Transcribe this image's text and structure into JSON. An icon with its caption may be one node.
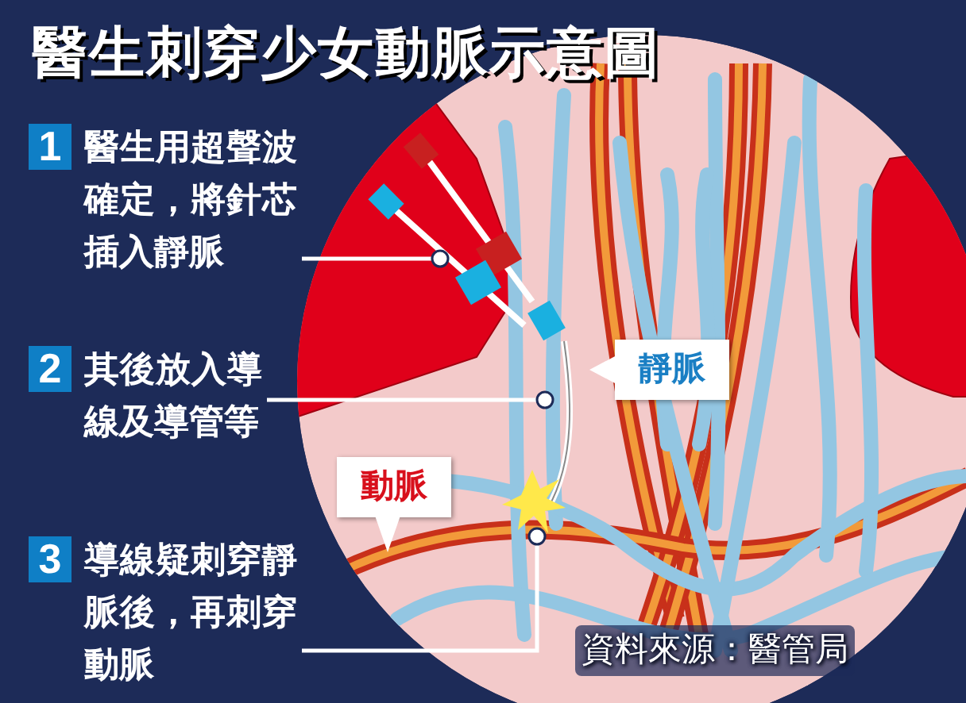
{
  "diagram": {
    "title": "醫生刺穿少女動脈示意圖",
    "nodes": [
      {
        "text": [
          "1",
          "醫生用超聲波確定，將針芯插入靜脈"
        ]
      },
      {
        "text": [
          "2",
          "其後放入導線及導管等"
        ]
      },
      {
        "text": [
          "3",
          "導線疑刺穿靜脈後，再刺穿動脈"
        ]
      },
      {
        "text": [
          "靜脈"
        ]
      },
      {
        "text": [
          "動脈"
        ]
      }
    ],
    "edges": [
      {
        "from": 0,
        "to": null,
        "arrow": "other"
      },
      {
        "from": 1,
        "to": null,
        "arrow": "other"
      },
      {
        "from": 2,
        "to": null,
        "arrow": "other"
      }
    ],
    "caption": "資料來源：醫管局"
  }
}
